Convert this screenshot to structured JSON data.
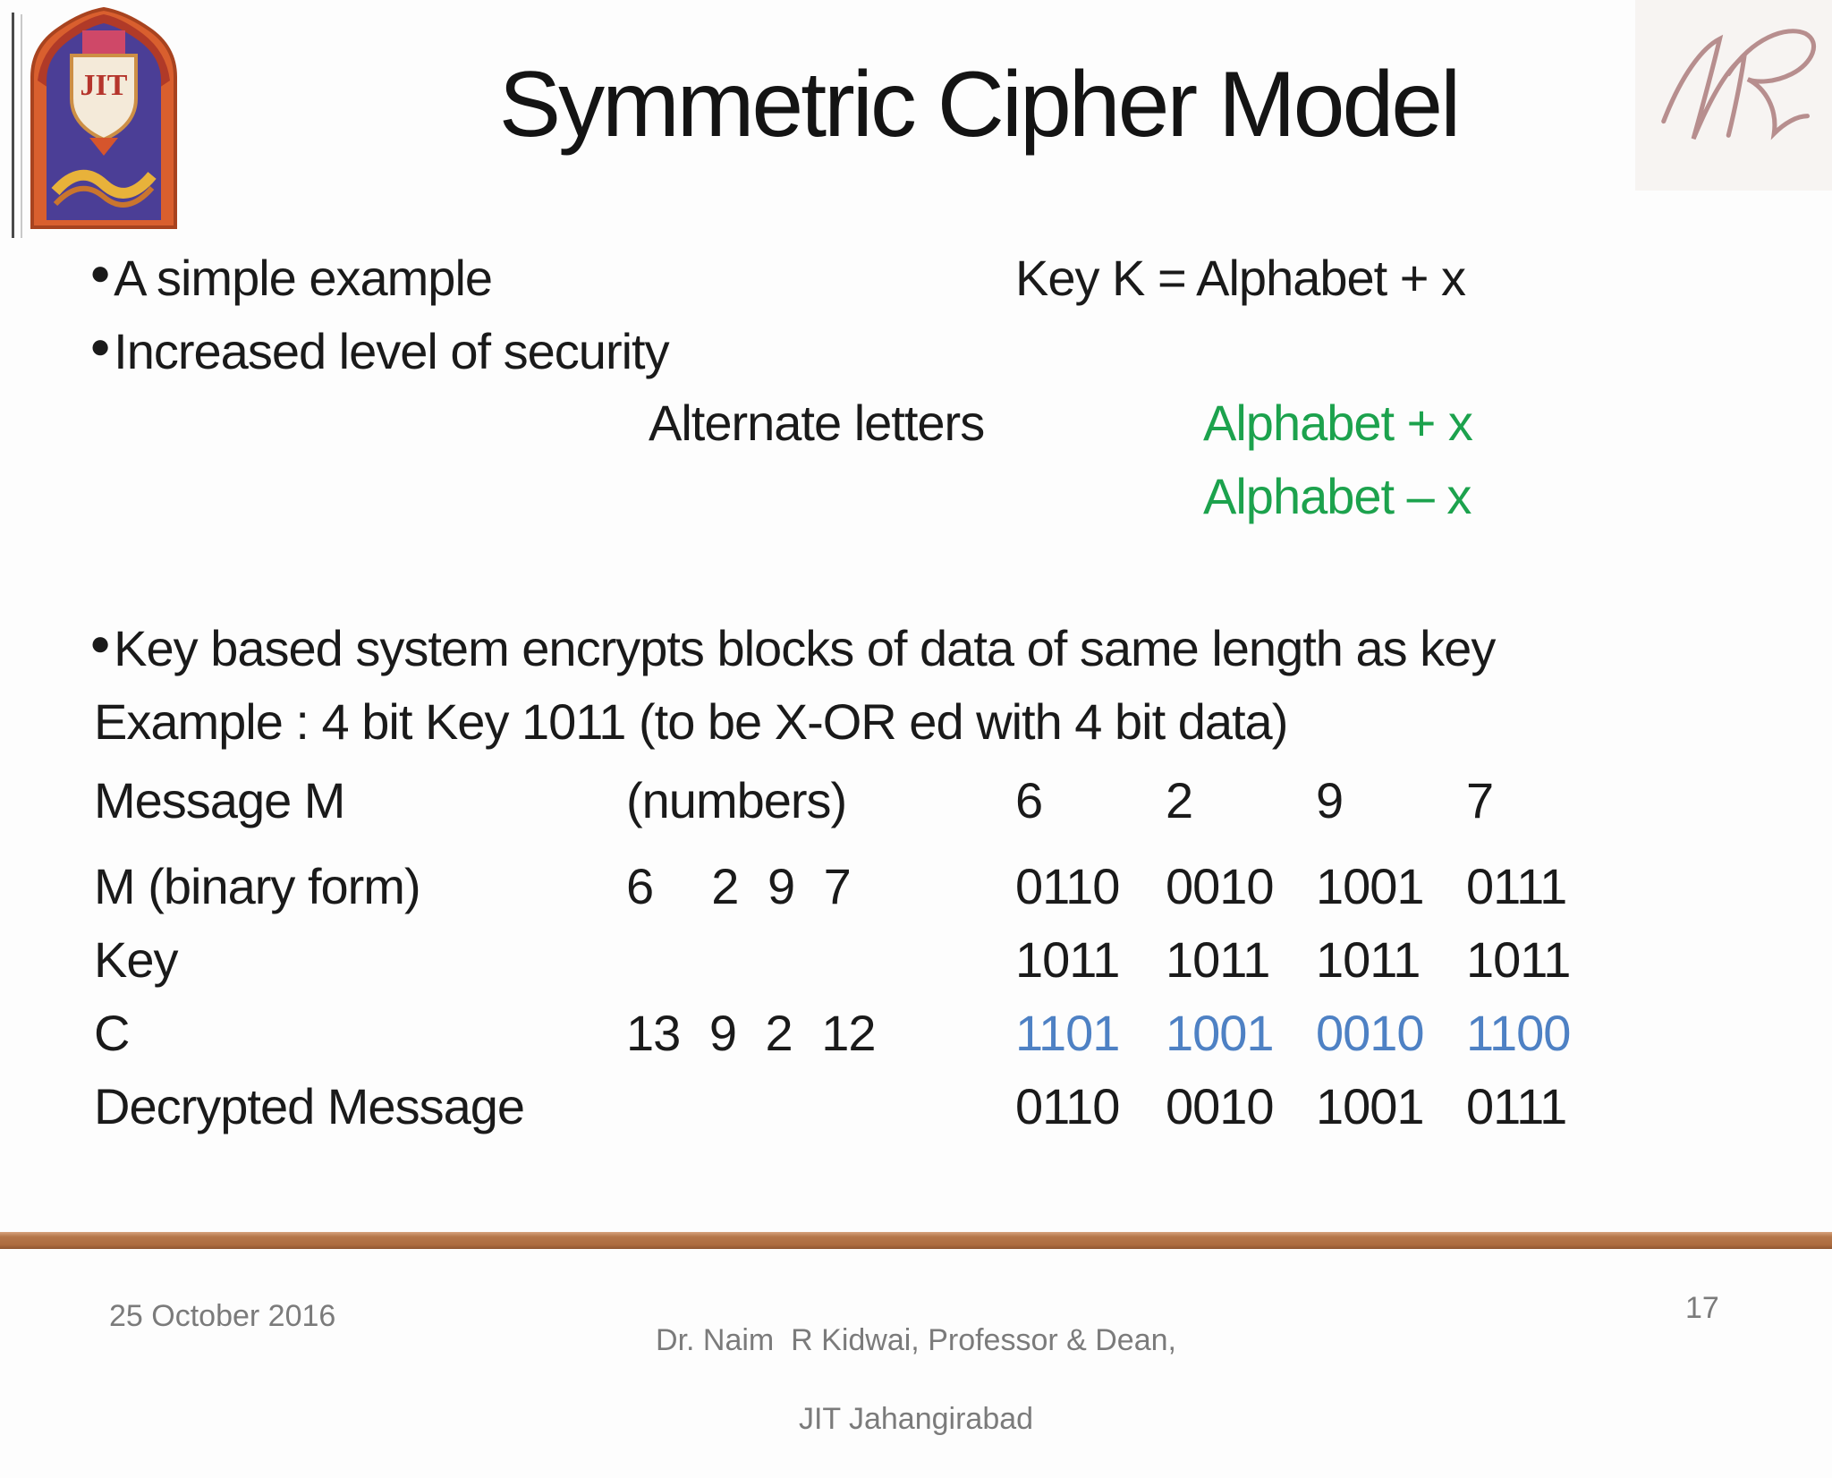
{
  "slide": {
    "title": "Symmetric Cipher Model",
    "logo": {
      "text": "JIT"
    },
    "signature": {
      "monogram": "NR"
    },
    "bullet1": "A simple example",
    "key_line": "Key K = Alphabet + x",
    "bullet2": "Increased level of security",
    "alternate_label": "Alternate letters",
    "alt_plus": "Alphabet + x",
    "alt_minus": "Alphabet – x",
    "bullet3": "Key based system encrypts blocks of data of same length as key",
    "example_line": "Example : 4 bit Key 1011 (to be X-OR ed with 4 bit data)",
    "table": {
      "rows": [
        {
          "label": "Message M",
          "mid": "(numbers)",
          "cells": [
            "6",
            "2",
            "9",
            "7"
          ]
        },
        {
          "label": "M (binary form)",
          "mid": "6  2 9 7",
          "cells": [
            "0110",
            "0010",
            "1001",
            "0111"
          ]
        },
        {
          "label": "Key",
          "mid": "",
          "cells": [
            "1011",
            "1011",
            "1011",
            "1011"
          ]
        },
        {
          "label": "C",
          "mid": "13 9 2 12",
          "cells": [
            "1101",
            "1001",
            "0010",
            "1100"
          ]
        },
        {
          "label": "Decrypted Message",
          "mid": "",
          "cells": [
            "0110",
            "0010",
            "1001",
            "0111"
          ]
        }
      ]
    },
    "footer": {
      "date": "25 October 2016",
      "credit_line1": "Dr. Naim  R Kidwai, Professor & Dean,",
      "credit_line2": "JIT Jahangirabad",
      "page": "17"
    },
    "colors": {
      "green_text": "#1ca24d",
      "blue_cipher": "#4e81c4",
      "divider_bar": "#b5774b",
      "footer_gray": "#7b7b7b"
    }
  }
}
